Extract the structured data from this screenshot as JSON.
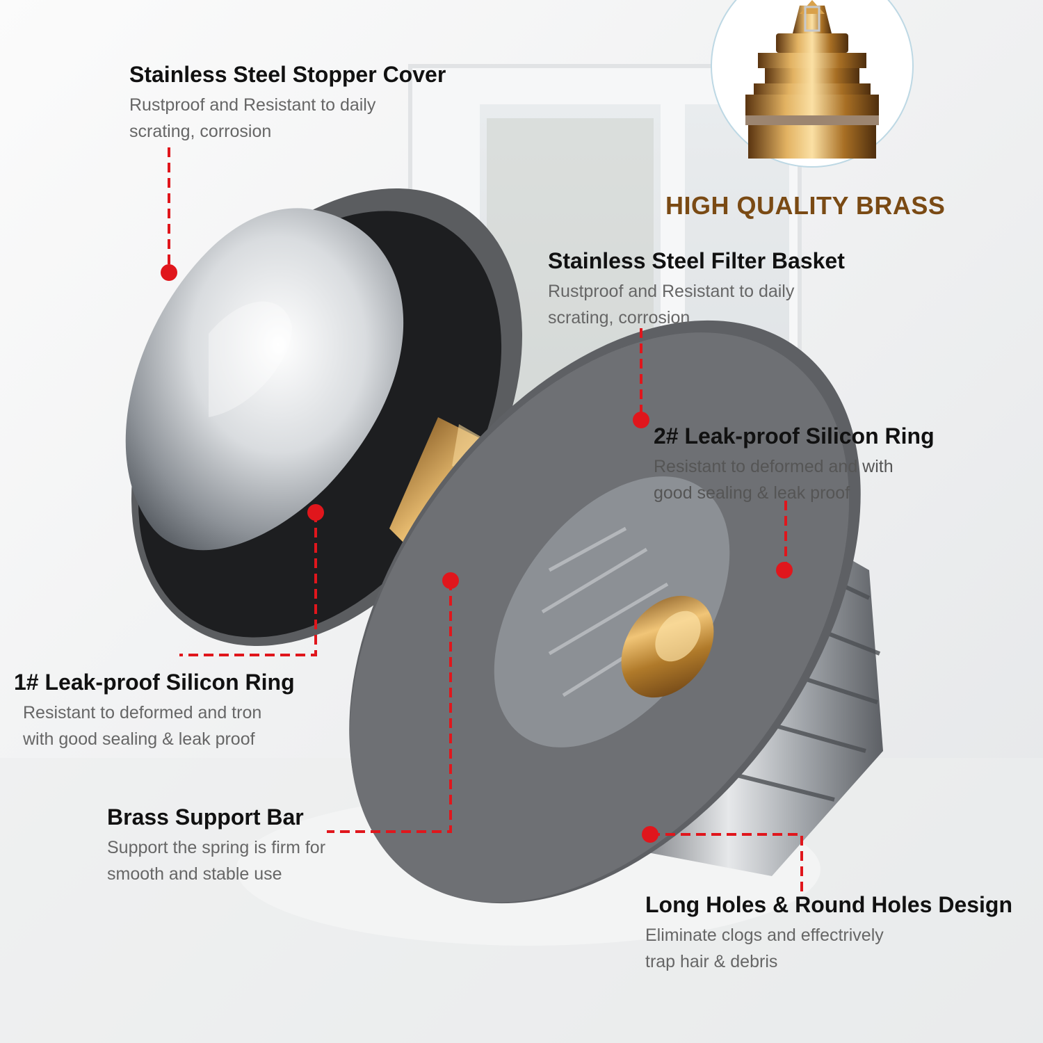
{
  "callouts": {
    "stopper_cover": {
      "title": "Stainless Steel Stopper Cover",
      "line1": "Rustproof and Resistant to daily",
      "line2": "scrating, corrosion"
    },
    "filter_basket": {
      "title": "Stainless Steel Filter Basket",
      "line1": "Rustproof and Resistant to daily",
      "line2": "scrating, corrosion"
    },
    "ring2": {
      "title": "2# Leak-proof Silicon Ring",
      "line1": "Resistant to deformed and with",
      "line2": "good sealing & leak proof"
    },
    "ring1": {
      "title": "1# Leak-proof Silicon Ring",
      "line1": "Resistant to deformed and tron",
      "line2": "with good sealing & leak proof"
    },
    "support_bar": {
      "title": "Brass Support Bar",
      "line1": "Support the spring is firm for",
      "line2": "smooth and stable use"
    },
    "holes": {
      "title": "Long Holes & Round Holes Design",
      "line1": "Eliminate clogs and effectrively",
      "line2": "trap hair & debris"
    }
  },
  "badge": {
    "text": "HIGH QUALITY BRASS"
  },
  "colors": {
    "accent": "#e0161c",
    "brass": "#b07a2a",
    "badge_text": "#7a4a14",
    "ring": "#3c3c3c"
  }
}
